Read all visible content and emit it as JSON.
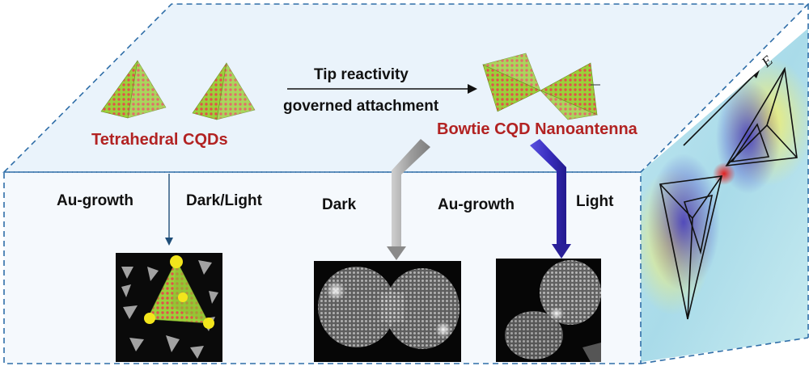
{
  "labels": {
    "tetrahedral": "Tetrahedral CQDs",
    "tip_reactivity": "Tip reactivity",
    "governed_attachment": "governed attachment",
    "bowtie": "Bowtie CQD Nanoantenna",
    "au_growth_left": "Au-growth",
    "dark_light": "Dark/Light",
    "dark": "Dark",
    "au_growth_mid": "Au-growth",
    "light": "Light",
    "field_symbol": "E"
  },
  "colors": {
    "accent_red": "#b22222",
    "dashed_border": "#2f6ea8",
    "top_face": "#eaf3fb",
    "front_face": "#f5f9fd",
    "gray_arrow": "#a9a9a9",
    "blue_arrow": "#3a2fc0",
    "navy_arrow": "#1f4e79",
    "qd_green": "#9bd03a",
    "qd_red": "#e0524a",
    "au_yellow": "#f2e51c"
  },
  "icons": [
    "tetrahedron-qd-icon",
    "bowtie-qd-icon",
    "field-simulation-panel",
    "tem-micrograph"
  ]
}
